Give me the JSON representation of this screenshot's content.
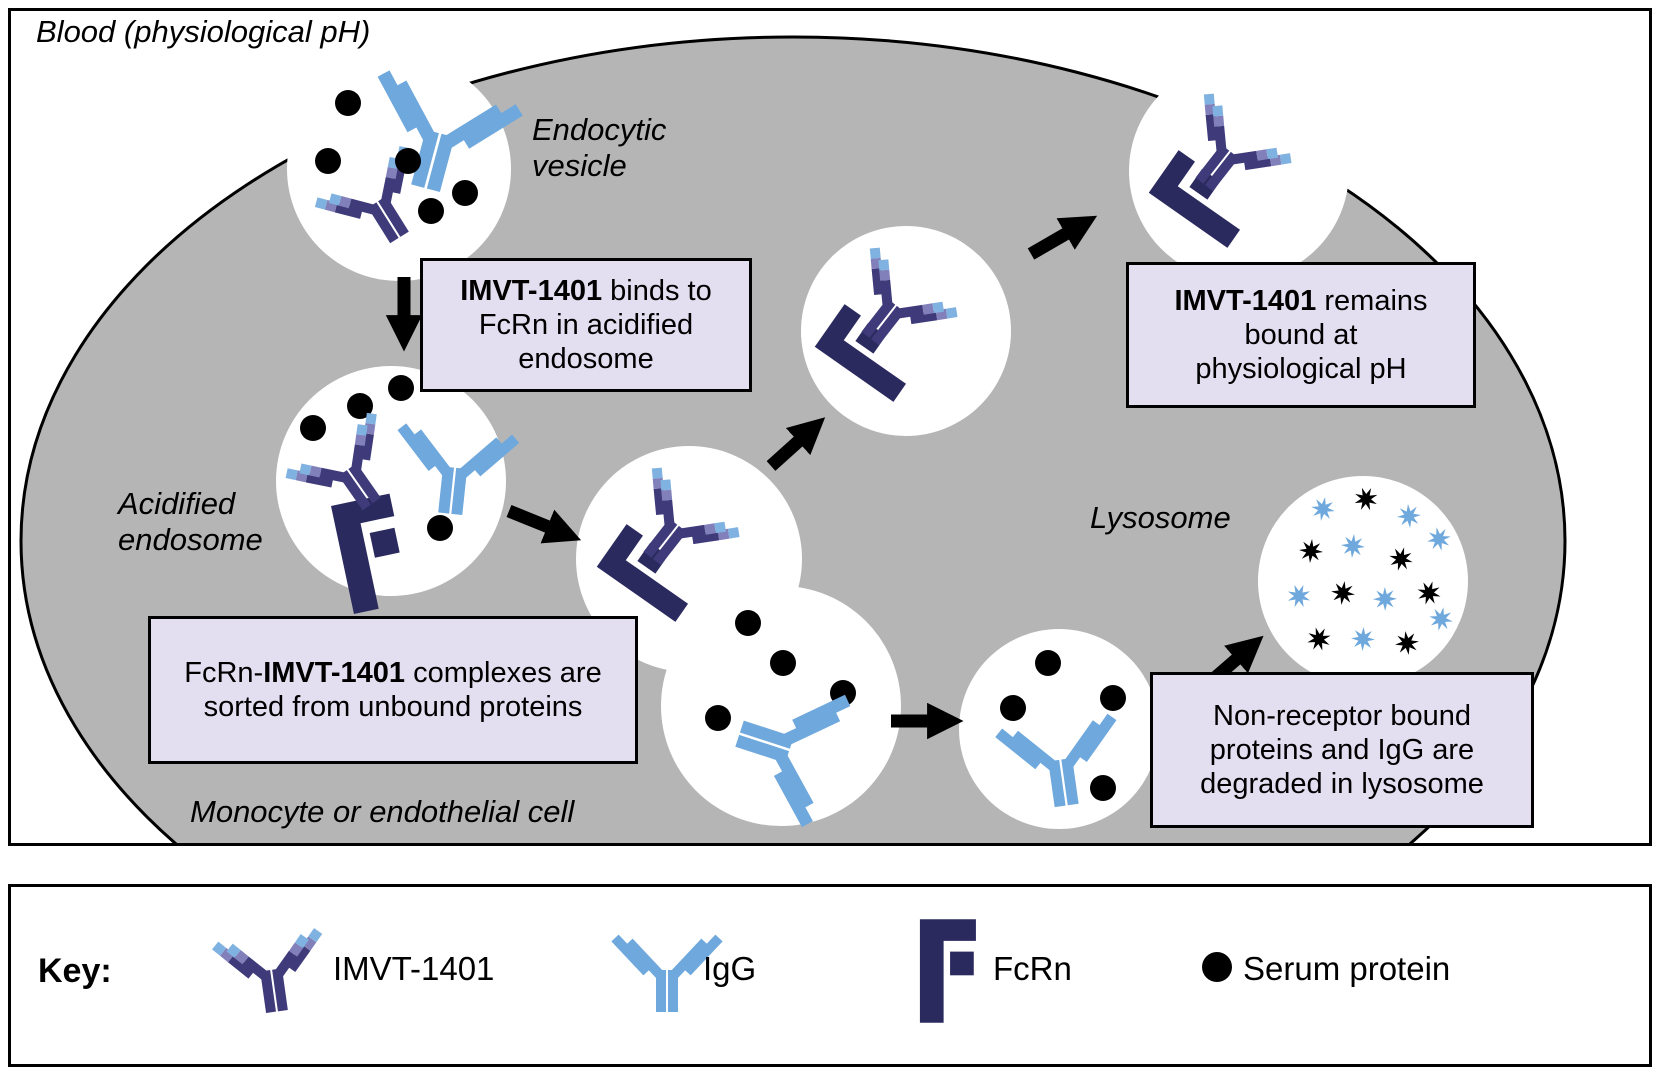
{
  "diagram": {
    "blood_label": "Blood (physiological pH)",
    "endocytic_vesicle_label": "Endocytic\nvesicle",
    "acidified_endosome_label": "Acidified\nendosome",
    "lysosome_label": "Lysosome",
    "cell_label": "Monocyte or endothelial cell",
    "callouts": [
      {
        "segments": [
          {
            "text": "IMVT-1401",
            "bold": true
          },
          {
            "text": " binds to FcRn in acidified endosome",
            "bold": false
          }
        ]
      },
      {
        "segments": [
          {
            "text": "FcRn-",
            "bold": false
          },
          {
            "text": "IMVT-1401",
            "bold": true
          },
          {
            "text": " complexes are sorted from unbound proteins",
            "bold": false
          }
        ]
      },
      {
        "segments": [
          {
            "text": "IMVT-1401",
            "bold": true
          },
          {
            "text": " remains bound at physiological pH",
            "bold": false
          }
        ]
      },
      {
        "segments": [
          {
            "text": "Non-receptor bound proteins and IgG are degraded in lysosome",
            "bold": false
          }
        ]
      }
    ]
  },
  "key": {
    "label": "Key:",
    "items": [
      {
        "name": "IMVT-1401",
        "icon": "imvt-antibody-icon"
      },
      {
        "name": "IgG",
        "icon": "igg-antibody-icon"
      },
      {
        "name": "FcRn",
        "icon": "fcrn-icon"
      },
      {
        "name": "Serum protein",
        "icon": "serum-protein-icon"
      }
    ]
  },
  "colors": {
    "cell_gray": "#b5b5b5",
    "imvt_dark": "#3f3b7a",
    "imvt_mid_purple": "#8280ba",
    "imvt_tip_blue": "#7fb2e0",
    "igg_blue": "#6fa8dc",
    "fcrn_navy": "#2b2a5e",
    "callout_bg": "#e3def0",
    "serum_black": "#000000"
  }
}
